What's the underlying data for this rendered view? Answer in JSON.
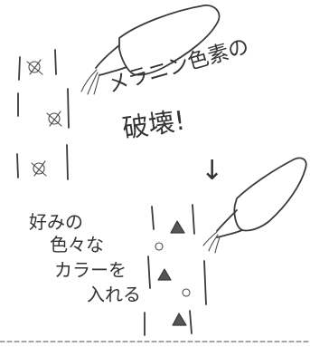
{
  "caption_top": {
    "line1": "メラニン色素の",
    "line2": "破壊!"
  },
  "caption_bottom": {
    "line1": "好みの",
    "line2": "色々な",
    "line3": "カラーを",
    "line4": "入れる"
  },
  "arrow_glyph": "↓",
  "colors": {
    "ink": "#3a3a3a",
    "paper": "#ffffff"
  }
}
